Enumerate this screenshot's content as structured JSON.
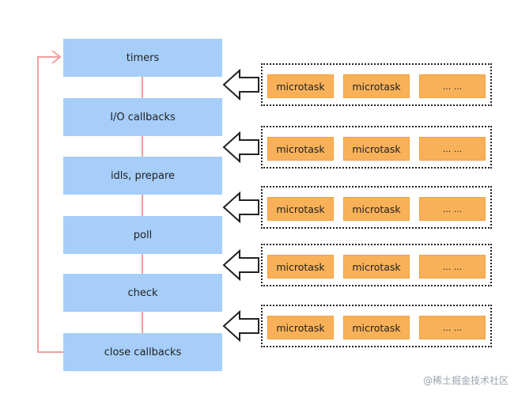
{
  "phases": [
    "timers",
    "I/O callbacks",
    "idls, prepare",
    "poll",
    "check",
    "close callbacks"
  ],
  "queue": {
    "task_label": "microtask",
    "ellipsis": "... ..."
  },
  "colors": {
    "phase_fill": "#a6cef9",
    "task_fill": "#f8b158",
    "loop_line": "#f0a0a0"
  },
  "watermark": "@稀土掘金技术社区"
}
